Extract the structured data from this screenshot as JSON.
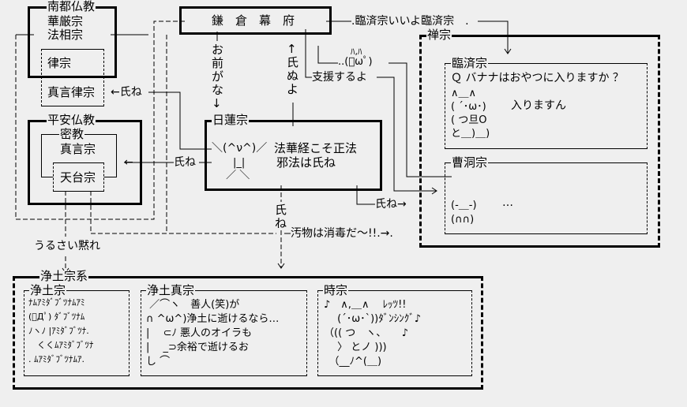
{
  "nanto": {
    "title": "南都仏教",
    "items": [
      "華厳宗",
      "法相宗"
    ],
    "ritsu": "律宗",
    "shingon_ritsu": "真言律宗"
  },
  "kamakura": {
    "title": "鎌　倉　幕　府"
  },
  "heian": {
    "title": "平安仏教",
    "mikkyo": "密教",
    "shingon": "真言宗",
    "tendai": "天台宗"
  },
  "nichiren": {
    "title": "日蓮宗",
    "face": "＼(^ν^)／",
    "body": "　|_|\n ／ ＼",
    "line1": "法華経こそ正法",
    "line2": "邪法は氏ね"
  },
  "zen": {
    "title": "禅宗",
    "rinzai": {
      "title": "臨済宗",
      "question": "Ｑ バナナはおやつに入りますか ？",
      "aa": [
        "∧＿∧",
        "( ´･ω･)",
        "( つ旦O",
        "と＿)＿)"
      ],
      "answer": "入りますん"
    },
    "soto": {
      "title": "曹洞宗",
      "aa": [
        "(-＿-)",
        "(∩∩)"
      ],
      "ellipsis": "…"
    }
  },
  "jodo_group": {
    "title": "浄土宗系",
    "jodo": {
      "title": "浄土宗",
      "lines": [
        "ﾅﾑｱﾐﾀﾞﾌﾞﾂﾅﾑｱﾐ",
        "(ﾟДﾟ) ﾀﾞﾌﾞﾂﾅﾑ",
        "ﾉヽﾉ |ｱﾐﾀﾞﾌﾞﾂﾅ.",
        "　くくﾑｱﾐﾀﾞﾌﾞﾂﾅ",
        ". ﾑｱﾐﾀﾞﾌﾞﾂﾅﾑｱ."
      ]
    },
    "shin": {
      "title": "浄土真宗",
      "lines": [
        " ／⌒ヽ　善人(笑)が",
        "∩ ^ω^)浄土に逝けるなら…",
        "|　 ⊂ﾉ 悪人のオイラも",
        "|　 _⊃余裕で逝けるお",
        "し ⌒"
      ]
    },
    "ji": {
      "title": "時宗",
      "lines": [
        "♪　∧,＿∧　 ﾚｯﾂ!!",
        "　 (´･ω･`))ﾀﾞﾝｼﾝｸﾞ♪",
        "（(( つ　ヽ、　　♪",
        "　 〉 とノ )))",
        "　（__ﾉ^(＿)"
      ]
    }
  },
  "labels": {
    "omae_ga_na": "お前がな↓",
    "shine_yo": "↑氏ぬよ",
    "shien": "支援するよ",
    "haha": "ﾊ,ﾊ",
    "omega": "..(ﾟωﾟ)",
    "rinzai_ii": ".臨済宗いいよ臨済宗　.",
    "shine_left": "←氏ね",
    "shine_mid": "氏ね",
    "shine_right": "氏ね→",
    "shine_down": "氏ね",
    "oubutsu": "汚物は消毒だ～!!.→.",
    "urusai": "うるさい黙れ"
  }
}
